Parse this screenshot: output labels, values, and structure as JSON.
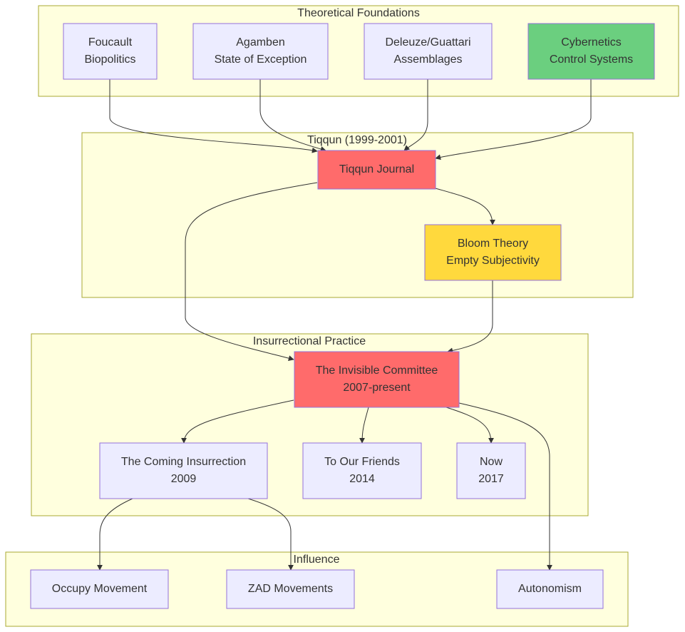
{
  "colors": {
    "cluster_fill": "#ffffde",
    "cluster_stroke": "#aaaa33",
    "node_default": "#ececff",
    "node_border": "#9370db",
    "red": "#ff6b6b",
    "green": "#6bcf7f",
    "yellow": "#ffd93d",
    "text": "#333333",
    "edge": "#333333"
  },
  "clusters": {
    "foundations": {
      "label": "Theoretical Foundations"
    },
    "tiqqun": {
      "label": "Tiqqun (1999-2001)"
    },
    "practice": {
      "label": "Insurrectional Practice"
    },
    "influence": {
      "label": "Influence"
    }
  },
  "nodes": {
    "foucault": {
      "lines": [
        "Foucault",
        "Biopolitics"
      ],
      "color": "default"
    },
    "agamben": {
      "lines": [
        "Agamben",
        "State of Exception"
      ],
      "color": "default"
    },
    "deleuze": {
      "lines": [
        "Deleuze/Guattari",
        "Assemblages"
      ],
      "color": "default"
    },
    "cybernetics": {
      "lines": [
        "Cybernetics",
        "Control Systems"
      ],
      "color": "green"
    },
    "tiqqun_journal": {
      "lines": [
        "Tiqqun Journal"
      ],
      "color": "red"
    },
    "bloom": {
      "lines": [
        "Bloom Theory",
        "Empty Subjectivity"
      ],
      "color": "yellow"
    },
    "invisible": {
      "lines": [
        "The Invisible Committee",
        "2007-present"
      ],
      "color": "red"
    },
    "coming": {
      "lines": [
        "The Coming Insurrection",
        "2009"
      ],
      "color": "default"
    },
    "friends": {
      "lines": [
        "To Our Friends",
        "2014"
      ],
      "color": "default"
    },
    "now": {
      "lines": [
        "Now",
        "2017"
      ],
      "color": "default"
    },
    "occupy": {
      "lines": [
        "Occupy Movement"
      ],
      "color": "default"
    },
    "zad": {
      "lines": [
        "ZAD Movements"
      ],
      "color": "default"
    },
    "autonomism": {
      "lines": [
        "Autonomism"
      ],
      "color": "default"
    }
  },
  "edges": [
    {
      "from": "foucault",
      "to": "tiqqun_journal"
    },
    {
      "from": "agamben",
      "to": "tiqqun_journal"
    },
    {
      "from": "deleuze",
      "to": "tiqqun_journal"
    },
    {
      "from": "cybernetics",
      "to": "tiqqun_journal"
    },
    {
      "from": "tiqqun_journal",
      "to": "bloom"
    },
    {
      "from": "tiqqun_journal",
      "to": "invisible"
    },
    {
      "from": "bloom",
      "to": "invisible"
    },
    {
      "from": "invisible",
      "to": "coming"
    },
    {
      "from": "invisible",
      "to": "friends"
    },
    {
      "from": "invisible",
      "to": "now"
    },
    {
      "from": "invisible",
      "to": "autonomism"
    },
    {
      "from": "coming",
      "to": "occupy"
    },
    {
      "from": "coming",
      "to": "zad"
    }
  ]
}
